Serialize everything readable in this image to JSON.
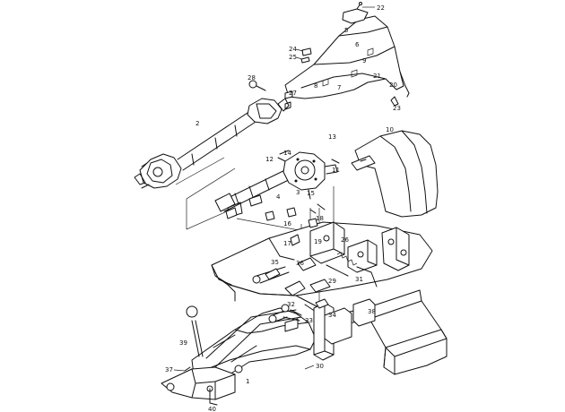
{
  "diagram": {
    "callouts": {
      "c22": "22",
      "c24": "24",
      "c25": "25",
      "c27": "27",
      "c28": "28",
      "c10": "10",
      "c23": "23",
      "c36": "36",
      "c35": "35",
      "c37": "37",
      "c32": "32",
      "c30": "30",
      "c33": "33",
      "c39": "39",
      "c40": "40",
      "c2": "2",
      "c1": "1",
      "c3": "3",
      "c4": "4",
      "c5": "5",
      "c6": "6",
      "c7": "7",
      "c8": "8",
      "c9": "9",
      "c11": "11",
      "c12": "12",
      "c13": "13",
      "c14": "14",
      "c15": "15",
      "c16": "16",
      "c17": "17",
      "c18": "18",
      "c19": "19",
      "c20": "20",
      "c21": "21",
      "c26": "26",
      "c29": "29",
      "c31": "31",
      "c34": "34",
      "c38": "38"
    }
  }
}
